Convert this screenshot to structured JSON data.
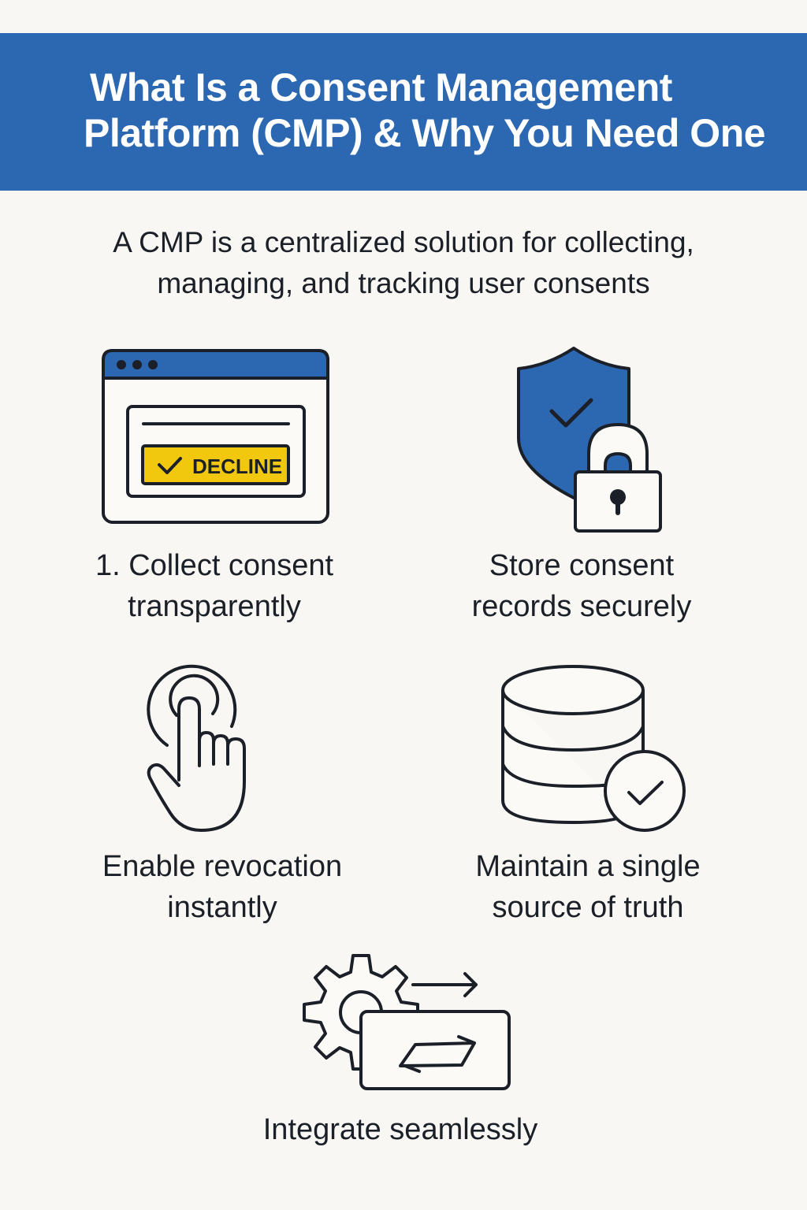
{
  "header": {
    "title_line1": "What Is a Consent Management",
    "title_line2": "Platform (CMP) & Why You Need One"
  },
  "intro": {
    "line1": "A CMP is a centralized solution for collecting,",
    "line2": "managing, and tracking user consents"
  },
  "colors": {
    "brand_blue": "#2c67b1",
    "accent_yellow": "#f2c80f",
    "ink": "#1b1f27",
    "background": "#f8f7f3"
  },
  "features": [
    {
      "icon": "browser-consent-banner-icon",
      "line1": "1. Collect consent",
      "line2": "transparently",
      "button_label": "DECLINE"
    },
    {
      "icon": "shield-lock-icon",
      "line1": "Store consent",
      "line2": "records securely"
    },
    {
      "icon": "tap-hand-icon",
      "line1": "Enable revocation",
      "line2": "instantly"
    },
    {
      "icon": "database-check-icon",
      "line1": "Maintain a single",
      "line2": "source of truth"
    },
    {
      "icon": "gear-sync-icon",
      "line1": "Integrate seamlessly"
    }
  ]
}
